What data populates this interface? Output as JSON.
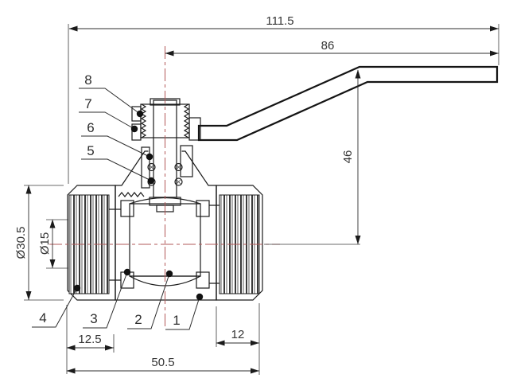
{
  "drawing": {
    "type": "technical-drawing",
    "subject": "ball-valve-cross-section",
    "colors": {
      "background": "#ffffff",
      "line": "#1b1b1b",
      "centerline": "#b25858",
      "dimension_text": "#353535",
      "hatch": "#4f4f4f"
    },
    "dimensions": {
      "overall_length": "111.5",
      "handle_length": "86",
      "handle_height": "46",
      "body_outer_diameter": "Ø30.5",
      "bore_diameter": "Ø15",
      "left_port_thread_depth": "12.5",
      "right_port_thread_depth": "12",
      "body_length": "50.5"
    },
    "callouts": [
      {
        "number": "1"
      },
      {
        "number": "2"
      },
      {
        "number": "3"
      },
      {
        "number": "4"
      },
      {
        "number": "5"
      },
      {
        "number": "6"
      },
      {
        "number": "7"
      },
      {
        "number": "8"
      }
    ]
  }
}
